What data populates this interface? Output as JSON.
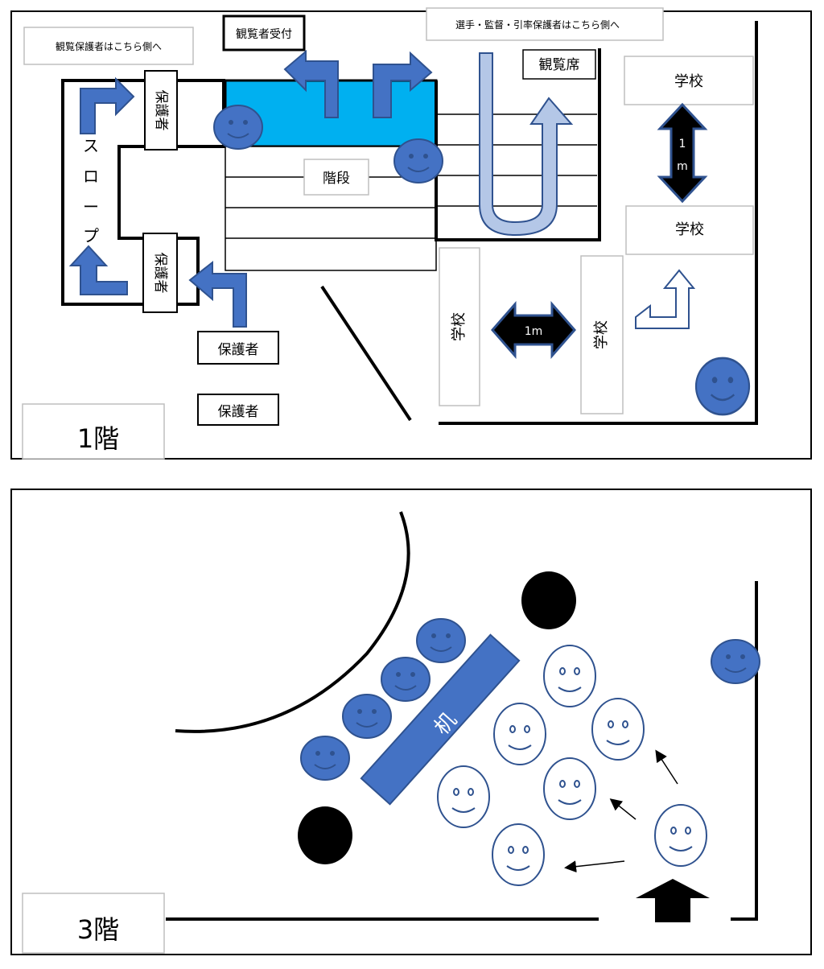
{
  "floor1": {
    "floor_label": "1階",
    "spectator_guardians_note": "観覧保護者はこちら側へ",
    "reception": "観覧者受付",
    "players_note": "選手・監督・引率保護者はこちら側へ",
    "seats": "観覧席",
    "stairs": "階段",
    "slope": [
      "ス",
      "ロ",
      "ー",
      "プ"
    ],
    "guardian_label": "保護者",
    "school_label": "学校",
    "distance_vertical": [
      "1",
      "m"
    ],
    "distance_horizontal": "1m"
  },
  "floor3": {
    "floor_label": "3階",
    "desk": "机"
  },
  "colors": {
    "accent_blue": "#4472c4",
    "light_blue": "#00b0f0",
    "pale_blue": "#b4c7e7",
    "black": "#000000"
  },
  "icons": [
    "smiley-icon",
    "arrow-icon",
    "double-arrow-icon"
  ]
}
